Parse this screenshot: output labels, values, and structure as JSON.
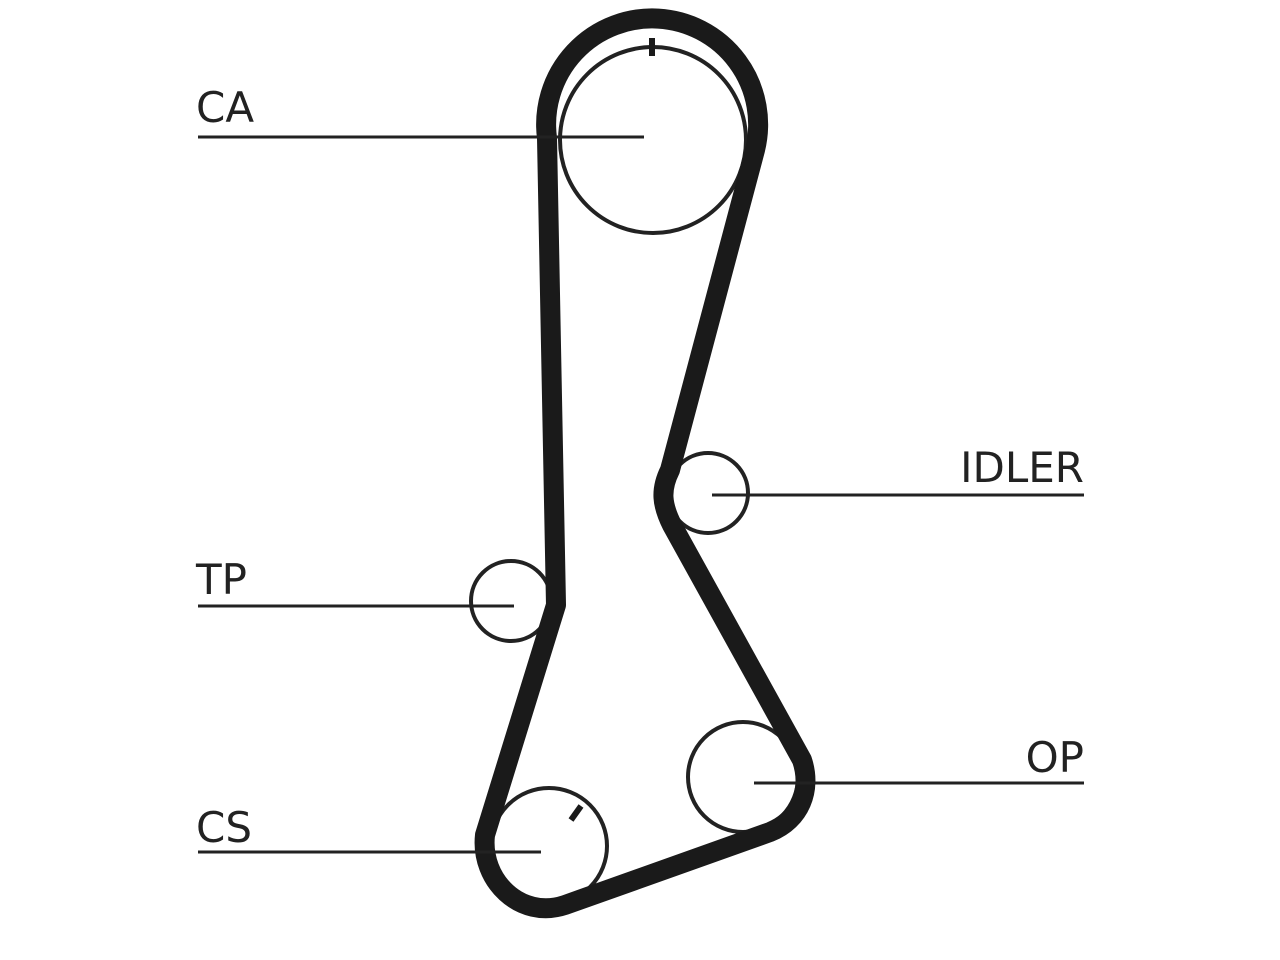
{
  "labels": {
    "camshaft": "CA",
    "idler": "IDLER",
    "tensioner": "TP",
    "oil_pump": "OP",
    "crankshaft": "CS"
  },
  "colors": {
    "line": "#222222",
    "belt": "#1a1a1a",
    "background": "#ffffff"
  }
}
